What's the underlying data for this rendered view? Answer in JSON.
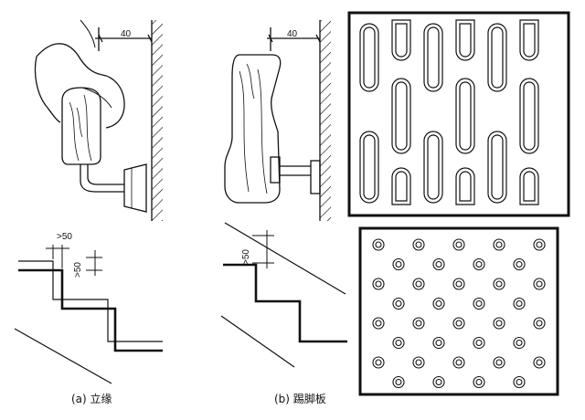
{
  "captions": {
    "a": "(a) 立缘",
    "b": "(b) 踢脚板"
  },
  "dimensions": {
    "clearance_a": "40",
    "clearance_b": "40",
    "step_gap_top": ">50",
    "step_gap_side": ">50",
    "stair_gap_b": ">50"
  },
  "colors": {
    "ink": "#111111",
    "paper": "#ffffff"
  }
}
